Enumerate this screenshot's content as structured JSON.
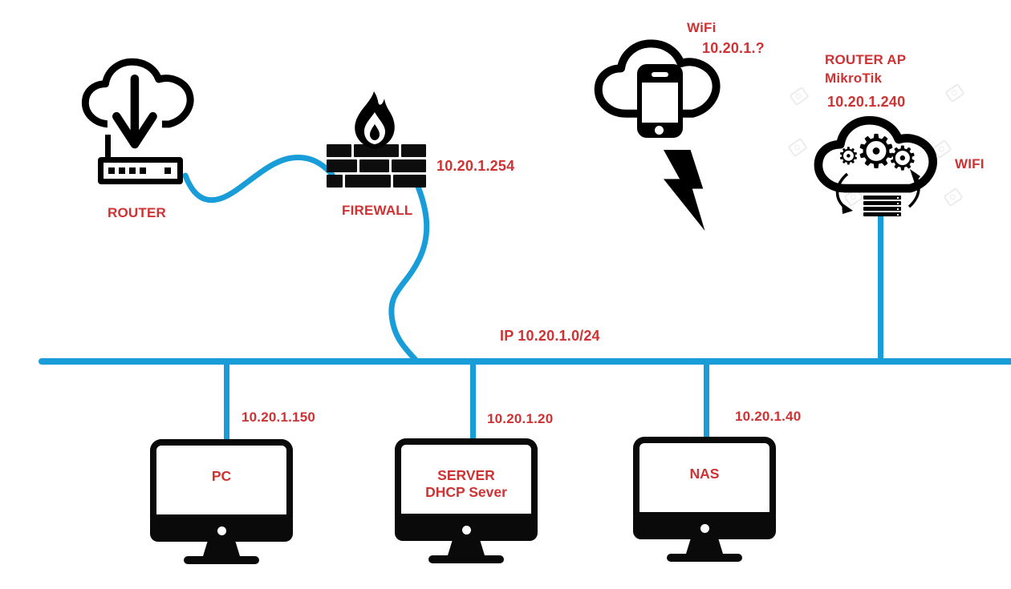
{
  "colors": {
    "cable_blue": "#189dd9",
    "label_red": "#cf3233",
    "icon_black": "#000000",
    "background": "#ffffff"
  },
  "icons": {
    "gear_glyph": "⚙"
  },
  "internet": {
    "label": "ROUTER"
  },
  "firewall": {
    "label": "FIREWALL",
    "ip": "10.20.1.254"
  },
  "wifi": {
    "label": "WiFi",
    "ip": "10.20.1.?"
  },
  "router_ap": {
    "line1": "ROUTER AP",
    "line2": "MikroTik",
    "ip": "10.20.1.240",
    "wifi_label": "WIFI"
  },
  "lan": {
    "label": "IP 10.20.1.0/24"
  },
  "hosts": {
    "pc": {
      "name": "PC",
      "ip": "10.20.1.150"
    },
    "server": {
      "name": "SERVER",
      "role": "DHCP Sever",
      "ip": "10.20.1.20"
    },
    "nas": {
      "name": "NAS",
      "ip": "10.20.1.40"
    }
  }
}
